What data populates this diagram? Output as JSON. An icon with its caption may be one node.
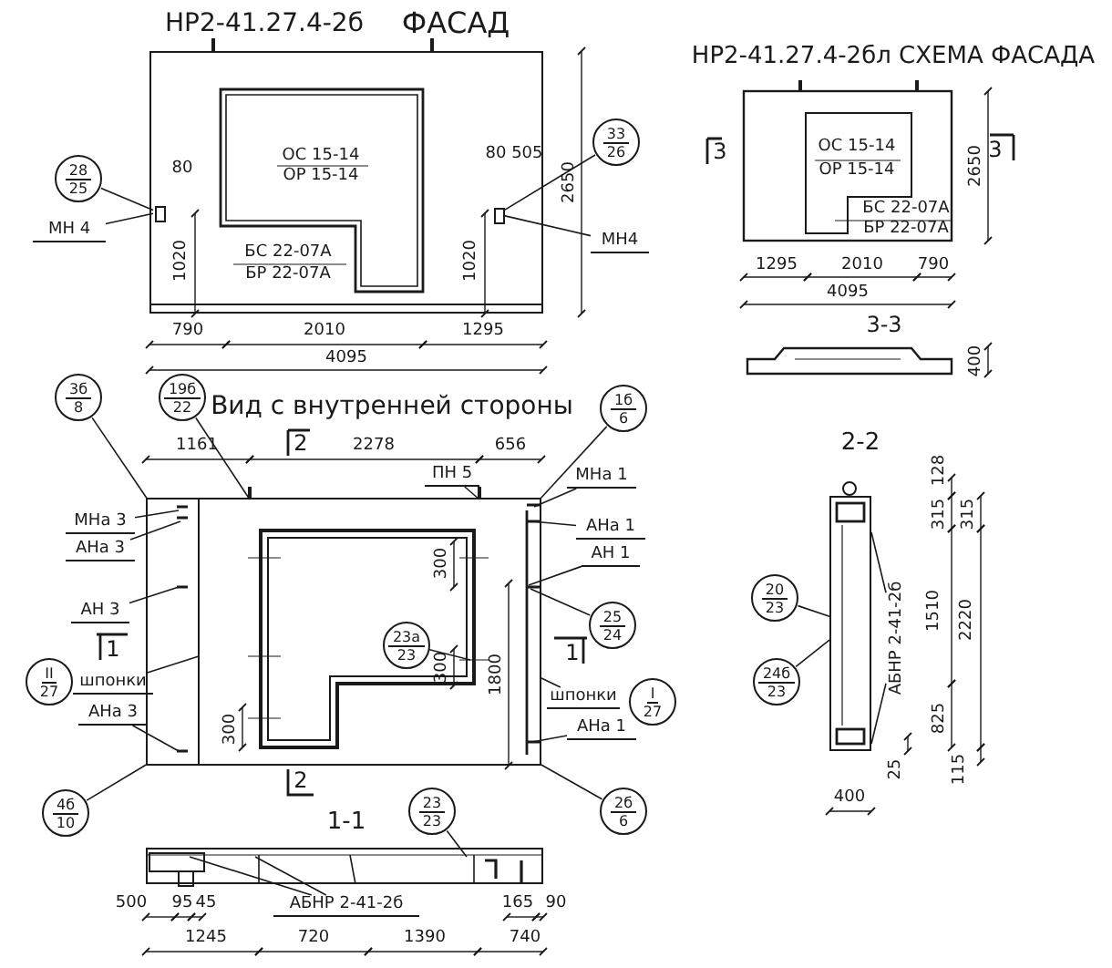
{
  "diagram": {
    "nodes": [
      {
        "text": [
          "28",
          "25"
        ]
      },
      {
        "text": [
          "МН 4"
        ]
      },
      {
        "text": [
          "33",
          "26"
        ]
      },
      {
        "text": [
          "МН4"
        ]
      },
      {
        "text": [
          "3б",
          "8"
        ]
      },
      {
        "text": [
          "19б",
          "22"
        ]
      },
      {
        "text": [
          "1б",
          "6"
        ]
      },
      {
        "text": [
          "МНа 3"
        ]
      },
      {
        "text": [
          "МНа 1"
        ]
      },
      {
        "text": [
          "ПН 5"
        ]
      },
      {
        "text": [
          "АНа 3"
        ]
      },
      {
        "text": [
          "АНа 1"
        ]
      },
      {
        "text": [
          "АН 1"
        ]
      },
      {
        "text": [
          "АН 3"
        ]
      },
      {
        "text": [
          "25",
          "24"
        ]
      },
      {
        "text": [
          "шпонки"
        ]
      },
      {
        "text": [
          "II",
          "27"
        ]
      },
      {
        "text": [
          "шпонки"
        ]
      },
      {
        "text": [
          "I",
          "27"
        ]
      },
      {
        "text": [
          "АНа 3"
        ]
      },
      {
        "text": [
          "АНа 1"
        ]
      },
      {
        "text": [
          "4б",
          "10"
        ]
      },
      {
        "text": [
          "23",
          "23"
        ]
      },
      {
        "text": [
          "2б",
          "6"
        ]
      },
      {
        "text": [
          "АБНР 2-41-2б"
        ]
      },
      {
        "text": [
          "20",
          "23"
        ]
      },
      {
        "text": [
          "24б",
          "23"
        ]
      },
      {
        "text": [
          "АБНР 2-41-2б"
        ]
      },
      {
        "text": [],
        "shape": "box"
      },
      {
        "text": [],
        "shape": "box",
        "in": 28
      },
      {
        "text": [],
        "shape": "box",
        "in": 28
      },
      {
        "text": [],
        "shape": "box"
      },
      {
        "text": [],
        "shape": "box"
      },
      {
        "text": [],
        "shape": "box"
      },
      {
        "text": [
          "23а",
          "23"
        ],
        "in": 31
      }
    ],
    "edges": [
      {
        "from": 0,
        "to": 29,
        "arrow": "none"
      },
      {
        "from": 1,
        "to": 29,
        "arrow": "none"
      },
      {
        "from": 2,
        "to": 30,
        "arrow": "none"
      },
      {
        "from": 3,
        "to": 30,
        "arrow": "none"
      },
      {
        "from": 4,
        "to": 31,
        "arrow": "none"
      },
      {
        "from": 5,
        "to": 31,
        "arrow": "none"
      },
      {
        "from": 6,
        "to": 31,
        "arrow": "none"
      },
      {
        "from": 7,
        "to": 31,
        "arrow": "none"
      },
      {
        "from": 8,
        "to": 31,
        "arrow": "none"
      },
      {
        "from": 9,
        "to": 31,
        "arrow": "none"
      },
      {
        "from": 10,
        "to": 31,
        "arrow": "none"
      },
      {
        "from": 11,
        "to": 31,
        "arrow": "none"
      },
      {
        "from": 12,
        "to": 31,
        "arrow": "none"
      },
      {
        "from": 13,
        "to": 31,
        "arrow": "none"
      },
      {
        "from": 14,
        "to": 31,
        "arrow": "none"
      },
      {
        "from": 34,
        "to": 31,
        "arrow": "none"
      },
      {
        "from": 15,
        "to": 31,
        "arrow": "none"
      },
      {
        "from": 17,
        "to": 31,
        "arrow": "none"
      },
      {
        "from": 19,
        "to": 31,
        "arrow": "none"
      },
      {
        "from": 20,
        "to": 31,
        "arrow": "none"
      },
      {
        "from": 21,
        "to": 31,
        "arrow": "none"
      },
      {
        "from": 22,
        "to": 32,
        "arrow": "none"
      },
      {
        "from": 23,
        "to": 31,
        "arrow": "none"
      },
      {
        "from": 24,
        "to": 32,
        "arrow": "none"
      },
      {
        "from": 24,
        "to": 32,
        "arrow": "none"
      },
      {
        "from": 25,
        "to": 33,
        "arrow": "none"
      },
      {
        "from": 26,
        "to": 33,
        "arrow": "none"
      },
      {
        "from": 27,
        "to": 33,
        "arrow": "none"
      },
      {
        "from": 27,
        "to": 33,
        "arrow": "none"
      }
    ],
    "labels": [
      "НР2-41.27.4-2б",
      "ФАСАД",
      "НР2-41.27.4-2бл СХЕМА ФАСАДА",
      "80",
      "ОС 15-14",
      "ОР 15-14",
      "80 505",
      "3",
      "ОС 15-14",
      "ОР 15-14",
      "3",
      "2650",
      "2650",
      "1020",
      "БС 22-07А",
      "БР 22-07А",
      "1020",
      "БС 22-07А",
      "БР 22-07А",
      "1295",
      "2010",
      "790",
      "4095",
      "790",
      "2010",
      "1295",
      "3-3",
      "4095",
      "400",
      "Вид с внутренней стороны",
      "1161",
      "2",
      "2278",
      "656",
      "2-2",
      "128",
      "315",
      "315",
      "300",
      "1510",
      "2220",
      "1",
      "300",
      "1800",
      "1",
      "300",
      "825",
      "2",
      "25",
      "115",
      "400",
      "1-1",
      "500",
      "95",
      "45",
      "165",
      "90",
      "1245",
      "720",
      "1390",
      "740"
    ]
  }
}
